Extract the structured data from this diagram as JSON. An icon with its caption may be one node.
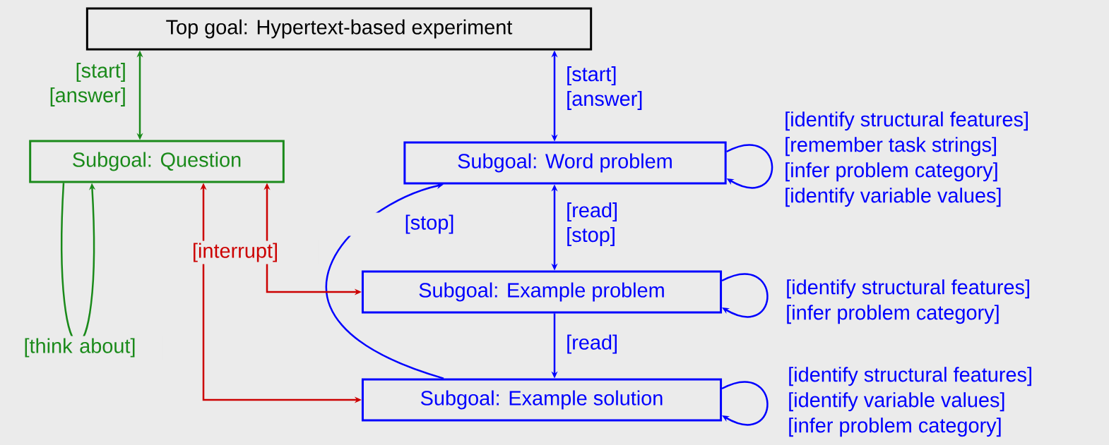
{
  "diagram": {
    "nodes": [
      {
        "text": [
          "Top goal: Hypertext-based experiment"
        ]
      },
      {
        "text": [
          "Subgoal: Question"
        ]
      },
      {
        "text": [
          "Subgoal: Word problem"
        ],
        "beside": [
          "[identify structural features]",
          "[remember task strings]",
          "[infer problem category]",
          "[identify variable values]"
        ]
      },
      {
        "text": [
          "Subgoal: Example problem"
        ],
        "beside": [
          "[identify structural features]",
          "[infer problem category]"
        ]
      },
      {
        "text": [
          "Subgoal: Example solution"
        ],
        "beside": [
          "[identify structural features]",
          "[identify variable values]",
          "[infer problem category]"
        ]
      }
    ],
    "edges": [
      {
        "from": 0,
        "to": 1,
        "arrow": "both",
        "label": "[start] [answer]",
        "color": "#1a8a1a"
      },
      {
        "from": 1,
        "to": 1,
        "arrow": "to",
        "label": "[think about]",
        "color": "#1a8a1a"
      },
      {
        "from": 0,
        "to": 2,
        "arrow": "both",
        "label": "[start] [answer]"
      },
      {
        "from": 2,
        "to": 2,
        "arrow": "to"
      },
      {
        "from": 2,
        "to": 3,
        "arrow": "both",
        "label": "[read] [stop]"
      },
      {
        "from": 3,
        "to": 3,
        "arrow": "to"
      },
      {
        "from": 3,
        "to": 4,
        "arrow": "to",
        "label": "[read]"
      },
      {
        "from": 4,
        "to": 4,
        "arrow": "to"
      },
      {
        "from": 4,
        "to": 2,
        "arrow": "to",
        "label": "[stop]"
      },
      {
        "from": 1,
        "to": 3,
        "arrow": "both",
        "label": "[interrupt]",
        "color": "#cc0000"
      },
      {
        "from": 1,
        "to": 4,
        "arrow": "both",
        "color": "#cc0000"
      }
    ]
  }
}
